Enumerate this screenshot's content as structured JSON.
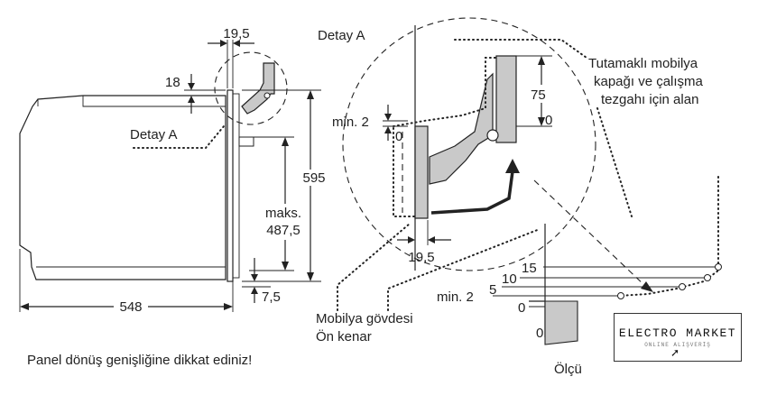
{
  "left_view": {
    "width_dim": "548",
    "height_dim": "595",
    "max_label": "maks.",
    "max_value": "487,5",
    "top_offset": "18",
    "top_width": "19,5",
    "bottom_offset": "7,5",
    "detail_label": "Detay A"
  },
  "detail_view": {
    "title": "Detay A",
    "dim_75": "75",
    "dim_0_right": "0",
    "min_label": "min. 2",
    "dim_0_left": "0",
    "bottom_width": "19,5"
  },
  "annotations": {
    "handle_area_line1": "Tutamaklı mobilya",
    "handle_area_line2": "kapağı ve çalışma",
    "handle_area_line3": "tezgahı için alan",
    "furniture_line1": "Mobilya gövdesi",
    "furniture_line2": "Ön kenar",
    "note": "Panel dönüş genişliğine dikkat ediniz!"
  },
  "gauge": {
    "scale": [
      "15",
      "10",
      "5",
      "0"
    ],
    "min_label": "min. 2",
    "zero_label": "0",
    "caption": "Ölçü"
  },
  "brand": {
    "name": "ELECTRO MARKET",
    "sub": "ONLINE ALIŞVERİŞ",
    "cursor": "➚"
  }
}
